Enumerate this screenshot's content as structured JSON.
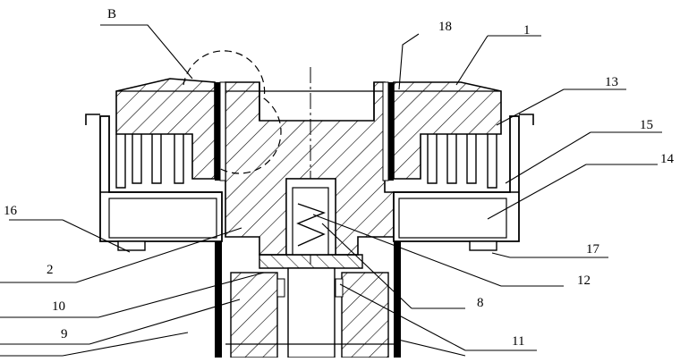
{
  "diagram": {
    "callouts": {
      "B": "B",
      "n1": "1",
      "n2": "2",
      "n8": "8",
      "n9": "9",
      "n10": "10",
      "n11": "11",
      "n12": "12",
      "n13": "13",
      "n14": "14",
      "n15": "15",
      "n16": "16",
      "n17": "17",
      "n18": "18"
    },
    "colors": {
      "ink": "#000000",
      "paper": "#ffffff"
    }
  }
}
